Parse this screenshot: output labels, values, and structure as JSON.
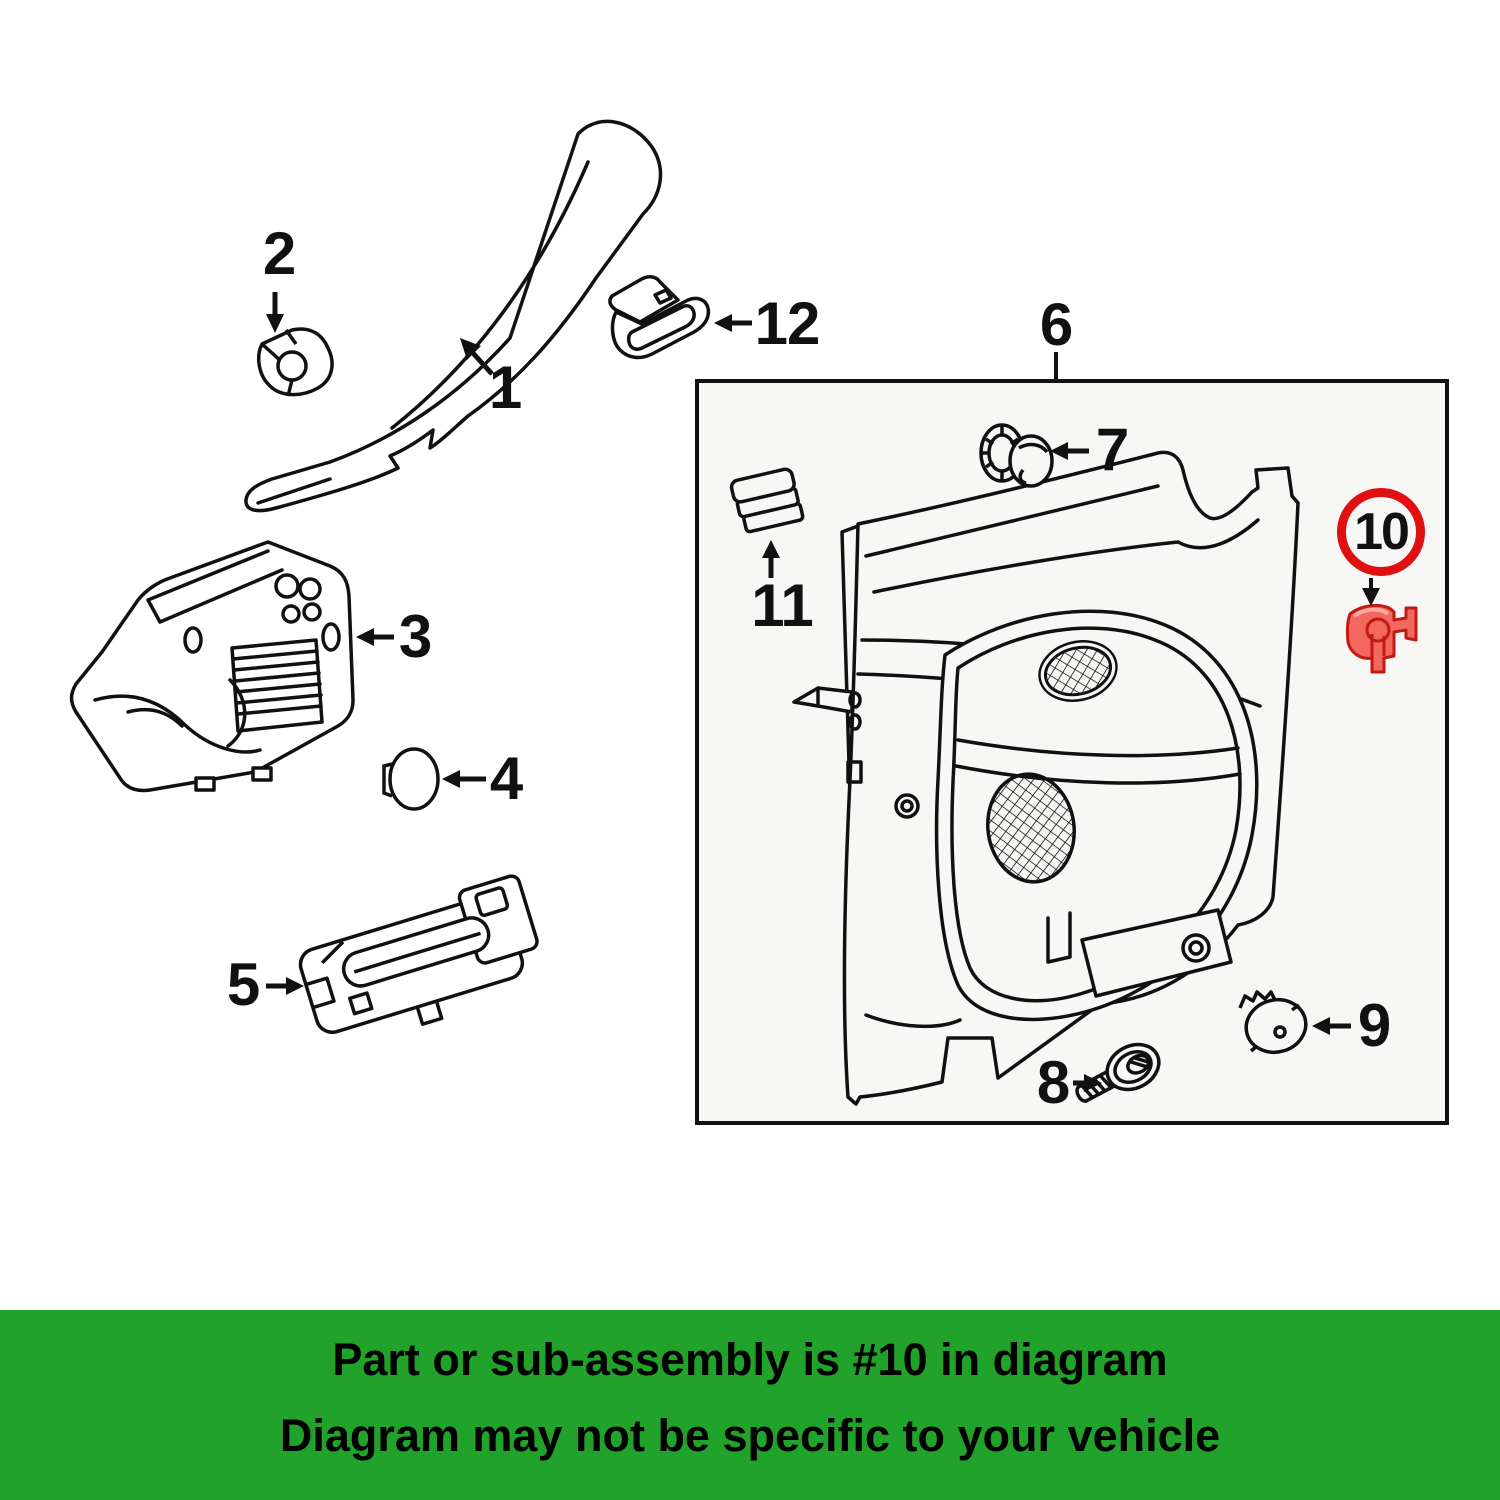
{
  "diagram": {
    "type": "exploded-parts-diagram",
    "line_color": "#111111",
    "box_fill": "#f7f7f5",
    "callouts": [
      "1",
      "2",
      "3",
      "4",
      "5",
      "6",
      "7",
      "8",
      "9",
      "10",
      "11",
      "12"
    ],
    "highlighted_callout": "10",
    "highlight_ring_color": "#E01010",
    "highlight_part_fill": "#F2685E",
    "highlight_part_stroke": "#C01A12"
  },
  "banner": {
    "line1": "Part or sub-assembly is #10 in diagram",
    "line2": "Diagram may not be specific to your vehicle",
    "bg_color": "#21A32B",
    "text_color": "#000000"
  }
}
